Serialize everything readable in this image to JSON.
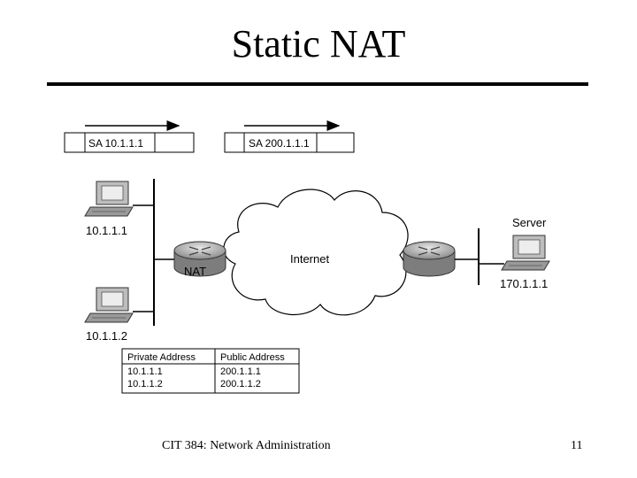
{
  "title": "Static NAT",
  "packets": [
    {
      "label": "SA 10.1.1.1"
    },
    {
      "label": "SA 200.1.1.1"
    }
  ],
  "hosts": [
    {
      "ip": "10.1.1.1"
    },
    {
      "ip": "10.1.1.2"
    }
  ],
  "nat_router_label": "NAT",
  "cloud_label": "Internet",
  "server": {
    "label": "Server",
    "ip": "170.1.1.1"
  },
  "nat_table": {
    "headers": [
      "Private Address",
      "Public Address"
    ],
    "rows": [
      [
        "10.1.1.1",
        "200.1.1.1"
      ],
      [
        "10.1.1.2",
        "200.1.1.2"
      ]
    ]
  },
  "footer": {
    "course": "CIT 384: Network Administration",
    "page": "11"
  }
}
